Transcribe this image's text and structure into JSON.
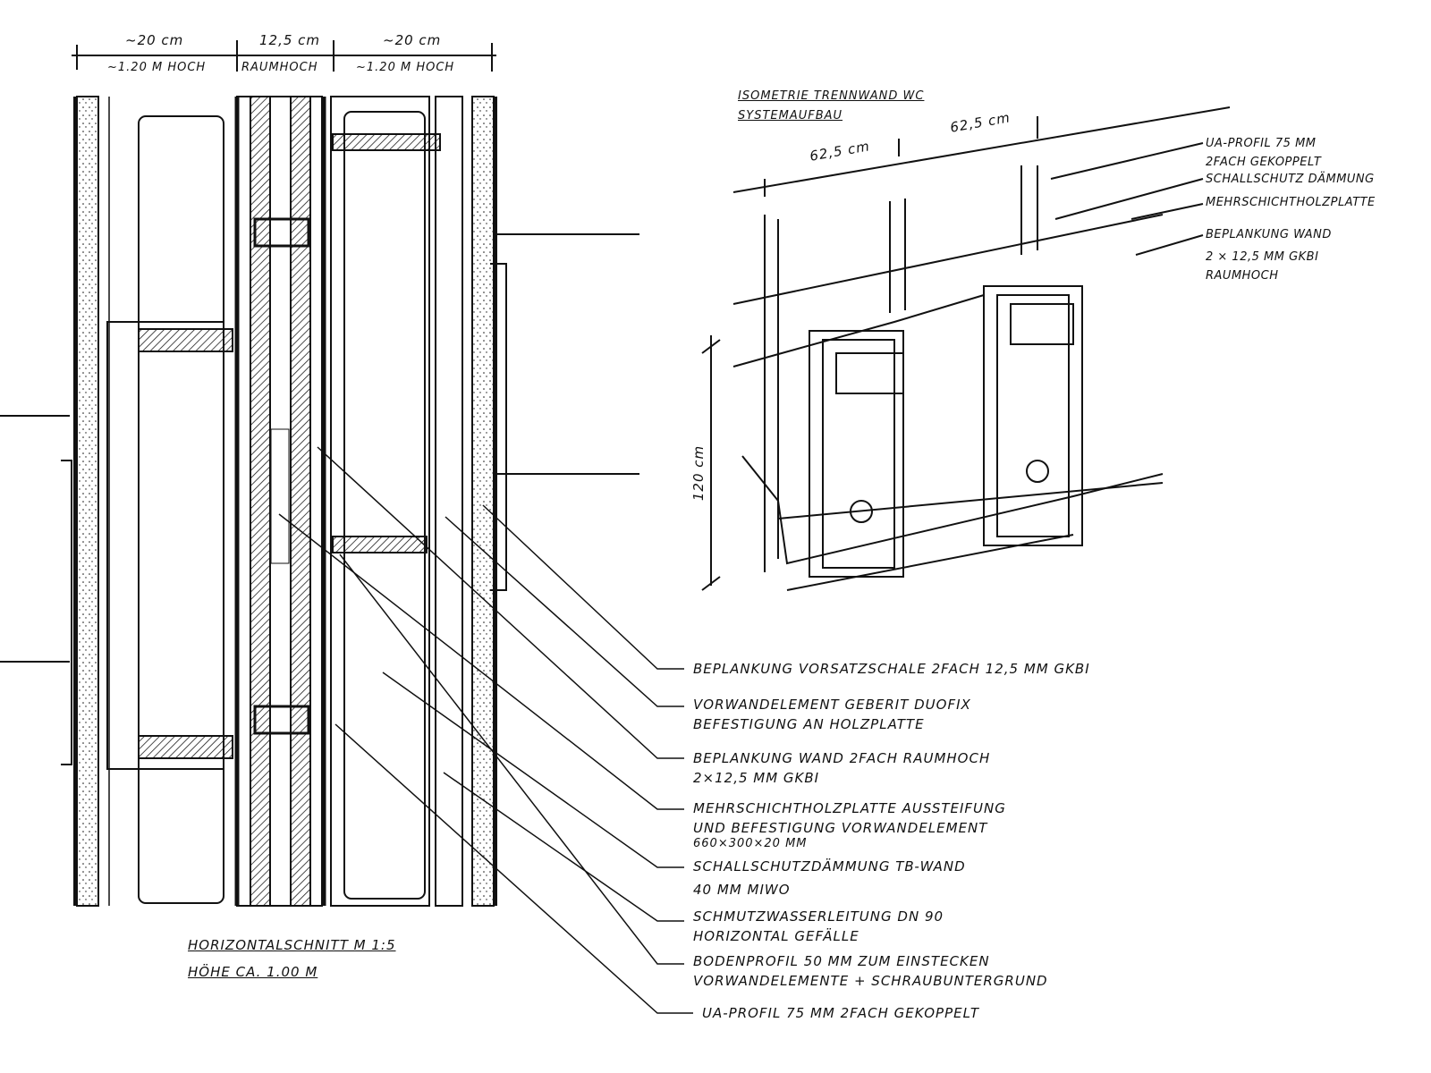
{
  "plan": {
    "dims": [
      "~20 cm",
      "12,5 cm",
      "~20 cm"
    ],
    "heights": [
      "~1.20 M HOCH",
      "RAUMHOCH",
      "~1.20 M HOCH"
    ],
    "title": "HORIZONTALSCHNITT M 1:5",
    "subtitle": "HÖHE CA. 1.00 M"
  },
  "iso": {
    "title_line1": "ISOMETRIE TRENNWAND WC",
    "title_line2": "SYSTEMAUFBAU",
    "dims": [
      "62,5 cm",
      "62,5 cm"
    ],
    "height": "120 cm",
    "labels": [
      [
        "UA-PROFIL 75 MM",
        "2FACH GEKOPPELT"
      ],
      [
        "SCHALLSCHUTZ DÄMMUNG"
      ],
      [
        "MEHRSCHICHTHOLZPLATTE"
      ],
      [
        "BEPLANKUNG WAND",
        "2 × 12,5 MM GKBI",
        "RAUMHOCH"
      ]
    ]
  },
  "legend": [
    [
      "BEPLANKUNG VORSATZSCHALE 2FACH 12,5 MM GKBI"
    ],
    [
      "VORWANDELEMENT GEBERIT DUOFIX",
      "BEFESTIGUNG AN HOLZPLATTE"
    ],
    [
      "BEPLANKUNG WAND 2FACH RAUMHOCH",
      "2×12,5 MM GKBI"
    ],
    [
      "MEHRSCHICHTHOLZPLATTE AUSSTEIFUNG",
      "UND BEFESTIGUNG VORWANDELEMENT",
      "660×300×20 MM"
    ],
    [
      "SCHALLSCHUTZDÄMMUNG TB-WAND",
      "40 MM MIWO"
    ],
    [
      "SCHMUTZWASSERLEITUNG DN 90",
      "HORIZONTAL GEFÄLLE"
    ],
    [
      "BODENPROFIL 50 MM ZUM EINSTECKEN",
      "VORWANDELEMENTE + SCHRAUBUNTERGRUND"
    ],
    [
      "UA-PROFIL 75 MM 2FACH GEKOPPELT"
    ]
  ]
}
